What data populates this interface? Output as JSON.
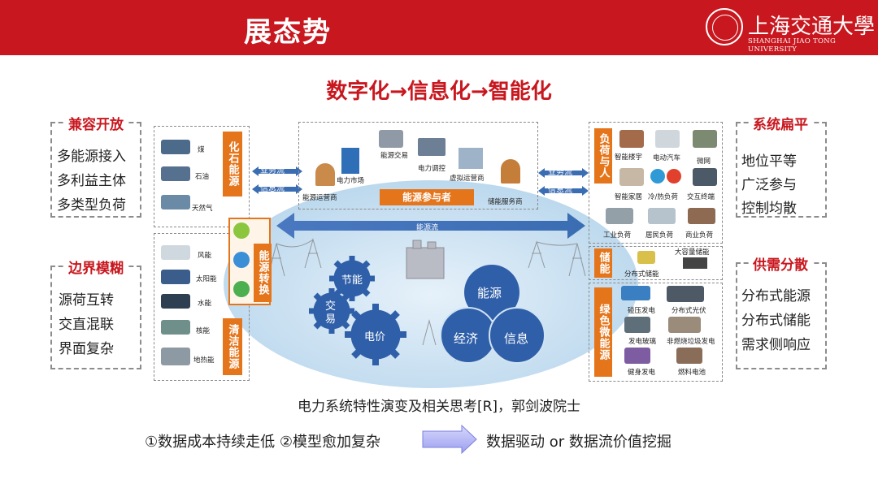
{
  "header": {
    "title": "展态势",
    "logo_cn": "上海交通大學",
    "logo_en": "SHANGHAI JIAO TONG UNIVERSITY"
  },
  "main_title": "数字化→信息化→智能化",
  "left_panels": [
    {
      "heading": "兼容开放",
      "items": [
        "多能源接入",
        "多利益主体",
        "多类型负荷"
      ]
    },
    {
      "heading": "边界模糊",
      "items": [
        "源荷互转",
        "交直混联",
        "界面复杂"
      ]
    }
  ],
  "right_panels": [
    {
      "heading": "系统扁平",
      "items": [
        "地位平等",
        "广泛参与",
        "控制均散"
      ]
    },
    {
      "heading": "供需分散",
      "items": [
        "分布式能源",
        "分布式储能",
        "需求侧响应"
      ]
    }
  ],
  "diagram": {
    "fossil": {
      "label": "化石能源",
      "items": [
        "煤",
        "石油",
        "天然气"
      ]
    },
    "clean": {
      "label": "清洁能源",
      "items": [
        "风能",
        "太阳能",
        "水能",
        "核能",
        "地热能"
      ]
    },
    "conversion_label": "能源转换",
    "flows": {
      "business": "业务流",
      "info": "信息流",
      "energy": "能源流"
    },
    "participants": {
      "label": "能源参与者",
      "items": [
        "能源运营商",
        "电力市场",
        "能源交易",
        "电力调控",
        "虚拟运营商",
        "储能服务商"
      ]
    },
    "gears": [
      "节能",
      "交易",
      "电价"
    ],
    "circles": [
      "能源",
      "经济",
      "信息"
    ],
    "load": {
      "label": "负荷与人",
      "items": [
        "智能楼宇",
        "电动汽车",
        "微网",
        "智能家居",
        "冷/热负荷",
        "交互终端",
        "工业负荷",
        "居民负荷",
        "商业负荷"
      ]
    },
    "storage": {
      "label": "储能",
      "items": [
        "分布式储能",
        "大容量储能"
      ]
    },
    "green": {
      "label": "绿色微能源",
      "items": [
        "碰压发电",
        "分布式光伏",
        "发电玻璃",
        "非燃烧垃圾发电",
        "健身发电",
        "燃料电池"
      ]
    }
  },
  "caption": "电力系统特性演变及相关思考[R]，郭剑波院士",
  "bottom": {
    "left": "①数据成本持续走低  ②模型愈加复杂",
    "right": "数据驱动 or 数据流价值挖掘"
  },
  "colors": {
    "brand_red": "#c8171e",
    "orange": "#e5751b",
    "blue": "#3b6db3",
    "ellipse": "#cfe3f2"
  }
}
